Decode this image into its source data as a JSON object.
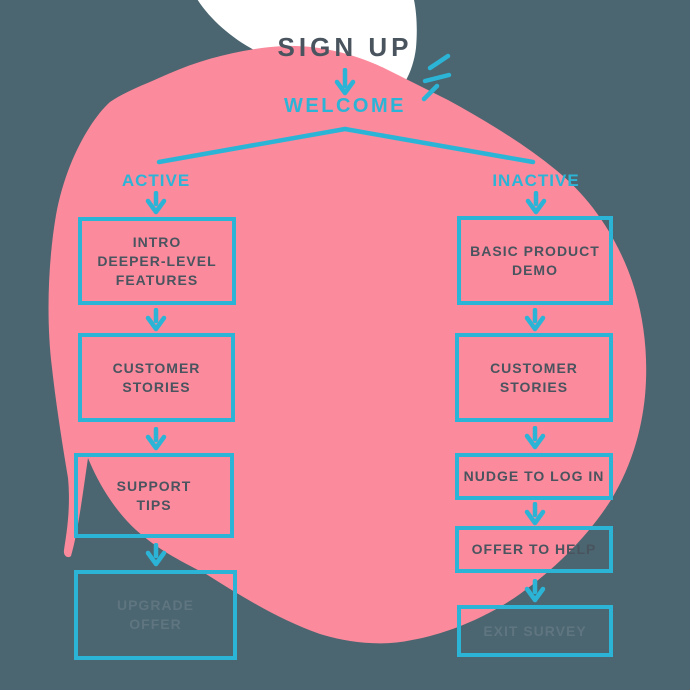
{
  "colors": {
    "background": "#4B6670",
    "blob_pink": "#FB8A9C",
    "blob_white": "#FFFFFF",
    "accent_cyan": "#2CB4D7",
    "text_dark": "#49545F",
    "text_faded": "#5F7580"
  },
  "header": {
    "title": "SIGN UP",
    "welcome": "WELCOME"
  },
  "branches": {
    "active": {
      "label": "ACTIVE",
      "steps": [
        {
          "label": "INTRO\nDEEPER-LEVEL\nFEATURES"
        },
        {
          "label": "CUSTOMER\nSTORIES"
        },
        {
          "label": "SUPPORT\nTIPS"
        },
        {
          "label": "UPGRADE\nOFFER"
        }
      ]
    },
    "inactive": {
      "label": "INACTIVE",
      "steps": [
        {
          "label": "BASIC PRODUCT\nDEMO"
        },
        {
          "label": "CUSTOMER\nSTORIES"
        },
        {
          "label": "NUDGE TO LOG IN"
        },
        {
          "label": "OFFER TO HELP"
        },
        {
          "label": "EXIT SURVEY"
        }
      ]
    }
  }
}
